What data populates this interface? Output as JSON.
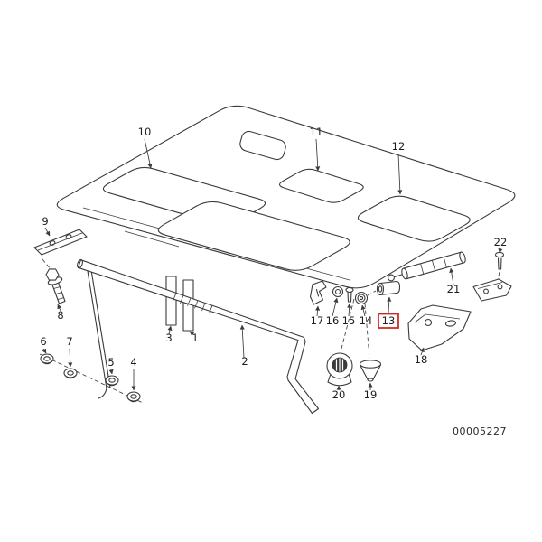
{
  "diagram": {
    "document_number": "00005227",
    "highlighted_callout": "13",
    "colors": {
      "line": "#3a3a3a",
      "highlight": "#cf2b24",
      "background": "#ffffff"
    },
    "callouts": {
      "c1": "1",
      "c2": "2",
      "c3": "3",
      "c4": "4",
      "c5": "5",
      "c6": "6",
      "c7": "7",
      "c8": "8",
      "c9": "9",
      "c10": "10",
      "c11": "11",
      "c12": "12",
      "c13": "13",
      "c14": "14",
      "c15": "15",
      "c16": "16",
      "c17": "17",
      "c18": "18",
      "c19": "19",
      "c20": "20",
      "c21": "21",
      "c22": "22"
    }
  }
}
